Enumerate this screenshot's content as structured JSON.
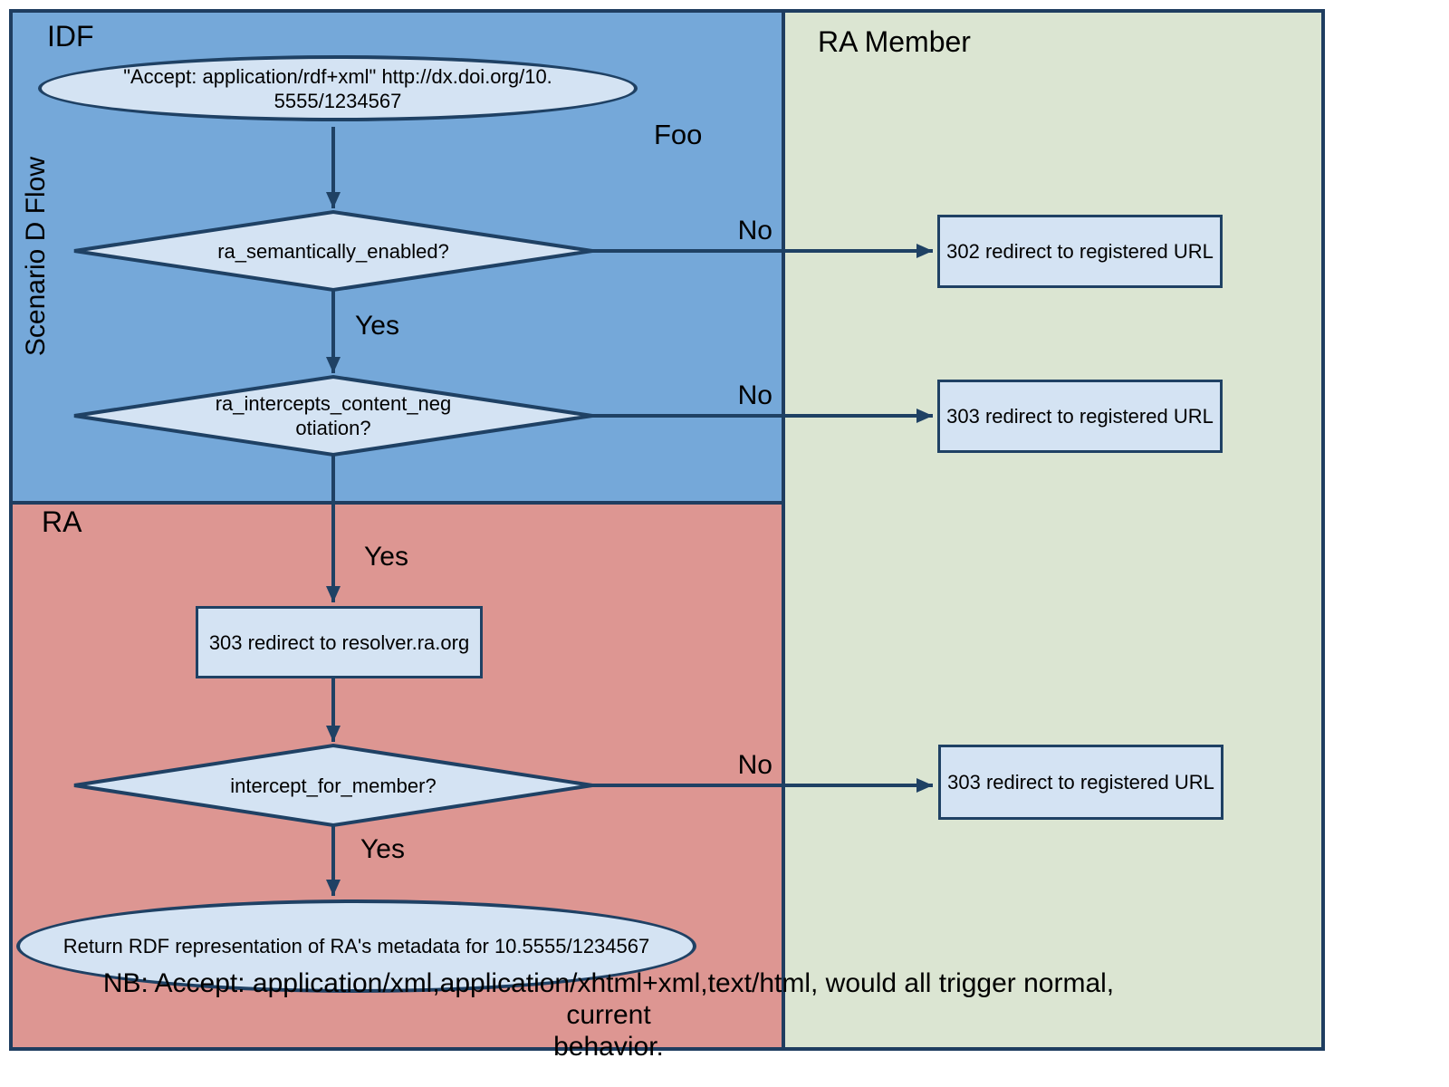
{
  "lanes": {
    "idf_label": "IDF",
    "ra_member_label": "RA Member",
    "ra_label": "RA",
    "flow_title": "Scenario D Flow"
  },
  "annotations": {
    "foo": "Foo"
  },
  "edge_labels": {
    "yes": "Yes",
    "no": "No"
  },
  "nodes": {
    "start": {
      "line1": "\"Accept: application/rdf+xml\" http://dx.doi.org/10.",
      "line2": "5555/1234567"
    },
    "decision_semantically_enabled": {
      "label": "ra_semantically_enabled?"
    },
    "redirect_302_registered": {
      "label": "302 redirect to registered URL"
    },
    "decision_intercepts_conneg": {
      "line1": "ra_intercepts_content_neg",
      "line2": "otiation?"
    },
    "redirect_303_registered_mid": {
      "label": "303 redirect to registered URL"
    },
    "redirect_resolver": {
      "label": "303 redirect to resolver.ra.org"
    },
    "decision_intercept_for_member": {
      "label": "intercept_for_member?"
    },
    "redirect_303_registered_bottom": {
      "label": "303 redirect to registered URL"
    },
    "return_rdf": {
      "label": "Return RDF representation of RA's metadata for 10.5555/1234567"
    }
  },
  "note": {
    "line1": "NB: Accept: application/xml,application/xhtml+xml,text/html, would all trigger normal, current",
    "line2": "behavior."
  },
  "colors": {
    "idf_lane_fill": "#75a8d9",
    "ra_lane_fill": "#dd9692",
    "ra_member_lane_fill": "#dbe5d2",
    "shape_fill": "#d4e3f3",
    "line_color": "#1f4164"
  }
}
